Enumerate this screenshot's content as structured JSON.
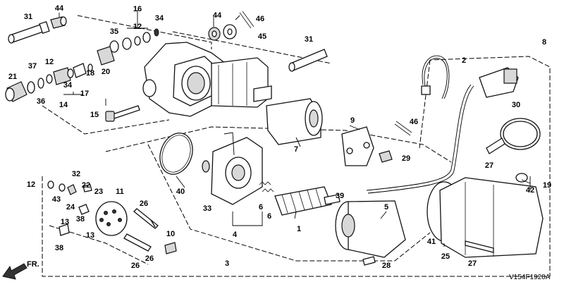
{
  "diagram_code": "V154F1920A",
  "direction_label": "FR.",
  "callouts": [
    {
      "id": "c31a",
      "text": "31"
    },
    {
      "id": "c44a",
      "text": "44"
    },
    {
      "id": "c16",
      "text": "16"
    },
    {
      "id": "c12a",
      "text": "12"
    },
    {
      "id": "c34a",
      "text": "34"
    },
    {
      "id": "c35",
      "text": "35"
    },
    {
      "id": "c44b",
      "text": "44"
    },
    {
      "id": "c46a",
      "text": "46"
    },
    {
      "id": "c45",
      "text": "45"
    },
    {
      "id": "c31b",
      "text": "31"
    },
    {
      "id": "c2",
      "text": "2"
    },
    {
      "id": "c8",
      "text": "8"
    },
    {
      "id": "c21",
      "text": "21"
    },
    {
      "id": "c37",
      "text": "37"
    },
    {
      "id": "c12b",
      "text": "12"
    },
    {
      "id": "c20",
      "text": "20"
    },
    {
      "id": "c18",
      "text": "18"
    },
    {
      "id": "c36",
      "text": "36"
    },
    {
      "id": "c34b",
      "text": "34"
    },
    {
      "id": "c17",
      "text": "17"
    },
    {
      "id": "c14",
      "text": "14"
    },
    {
      "id": "c15",
      "text": "15"
    },
    {
      "id": "c7",
      "text": "7"
    },
    {
      "id": "c9",
      "text": "9"
    },
    {
      "id": "c46b",
      "text": "46"
    },
    {
      "id": "c29",
      "text": "29"
    },
    {
      "id": "c30",
      "text": "30"
    },
    {
      "id": "c19",
      "text": "19"
    },
    {
      "id": "c27a",
      "text": "27"
    },
    {
      "id": "c42",
      "text": "42"
    },
    {
      "id": "c40",
      "text": "40"
    },
    {
      "id": "c32",
      "text": "32"
    },
    {
      "id": "c12c",
      "text": "12"
    },
    {
      "id": "c22",
      "text": "22"
    },
    {
      "id": "c23",
      "text": "23"
    },
    {
      "id": "c11",
      "text": "11"
    },
    {
      "id": "c43",
      "text": "43"
    },
    {
      "id": "c24",
      "text": "24"
    },
    {
      "id": "c26a",
      "text": "26"
    },
    {
      "id": "c13a",
      "text": "13"
    },
    {
      "id": "c38a",
      "text": "38"
    },
    {
      "id": "c13b",
      "text": "13"
    },
    {
      "id": "c38b",
      "text": "38"
    },
    {
      "id": "c10",
      "text": "10"
    },
    {
      "id": "c26b",
      "text": "26"
    },
    {
      "id": "c26c",
      "text": "26"
    },
    {
      "id": "c33",
      "text": "33"
    },
    {
      "id": "c4",
      "text": "4"
    },
    {
      "id": "c6a",
      "text": "6"
    },
    {
      "id": "c6b",
      "text": "6"
    },
    {
      "id": "c1",
      "text": "1"
    },
    {
      "id": "c39",
      "text": "39"
    },
    {
      "id": "c5",
      "text": "5"
    },
    {
      "id": "c41",
      "text": "41"
    },
    {
      "id": "c25",
      "text": "25"
    },
    {
      "id": "c27b",
      "text": "27"
    },
    {
      "id": "c28",
      "text": "28"
    },
    {
      "id": "c3",
      "text": "3"
    }
  ]
}
